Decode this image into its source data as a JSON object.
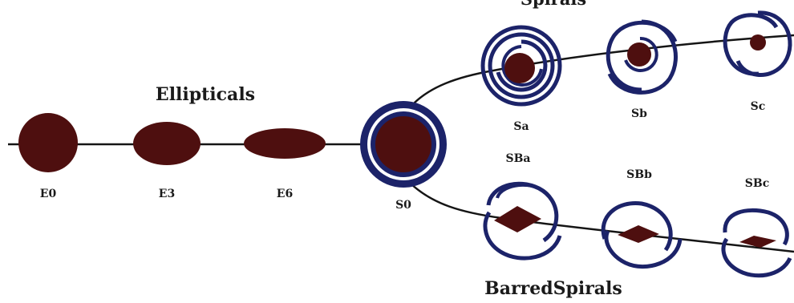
{
  "colors": {
    "body": "#4e0f0f",
    "arm": "#1c2369",
    "line": "#151515",
    "text": "#1a1a1a"
  },
  "headings": {
    "spirals": "Spirals",
    "ellipticals": "Ellipticals",
    "barred_spirals": "BarredSpirals"
  },
  "labels": {
    "e0": "E0",
    "e3": "E3",
    "e6": "E6",
    "s0": "S0",
    "sa": "Sa",
    "sb": "Sb",
    "sc": "Sc",
    "sba": "SBa",
    "sbb": "SBb",
    "sbc": "SBc"
  },
  "galaxies": [
    {
      "id": "e0",
      "kind": "elliptical"
    },
    {
      "id": "e3",
      "kind": "elliptical"
    },
    {
      "id": "e6",
      "kind": "elliptical"
    },
    {
      "id": "s0",
      "kind": "lenticular"
    },
    {
      "id": "sa",
      "kind": "spiral"
    },
    {
      "id": "sb",
      "kind": "spiral"
    },
    {
      "id": "sc",
      "kind": "spiral"
    },
    {
      "id": "sba",
      "kind": "barred-spiral"
    },
    {
      "id": "sbb",
      "kind": "barred-spiral"
    },
    {
      "id": "sbc",
      "kind": "barred-spiral"
    }
  ]
}
